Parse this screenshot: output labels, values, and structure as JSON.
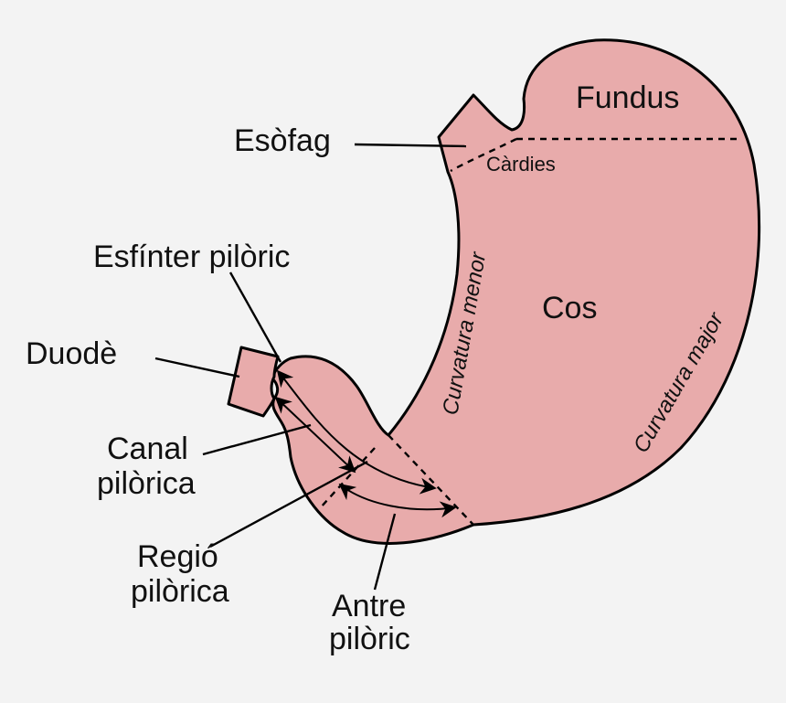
{
  "labels": {
    "esofag": "Esòfag",
    "fundus": "Fundus",
    "cardies": "Càrdies",
    "esfinter": "Esfínter pilòric",
    "duode": "Duodè",
    "cos": "Cos",
    "curvatura_menor": "Curvatura menor",
    "curvatura_major": "Curvatura major",
    "canal_line1": "Canal",
    "canal_line2": "pilòrica",
    "regio_line1": "Regió",
    "regio_line2": "pilòrica",
    "antre_line1": "Antre",
    "antre_line2": "pilòric"
  },
  "colors": {
    "organ_fill": "#e8abab",
    "outline": "#000000",
    "background": "#f3f3f3"
  }
}
